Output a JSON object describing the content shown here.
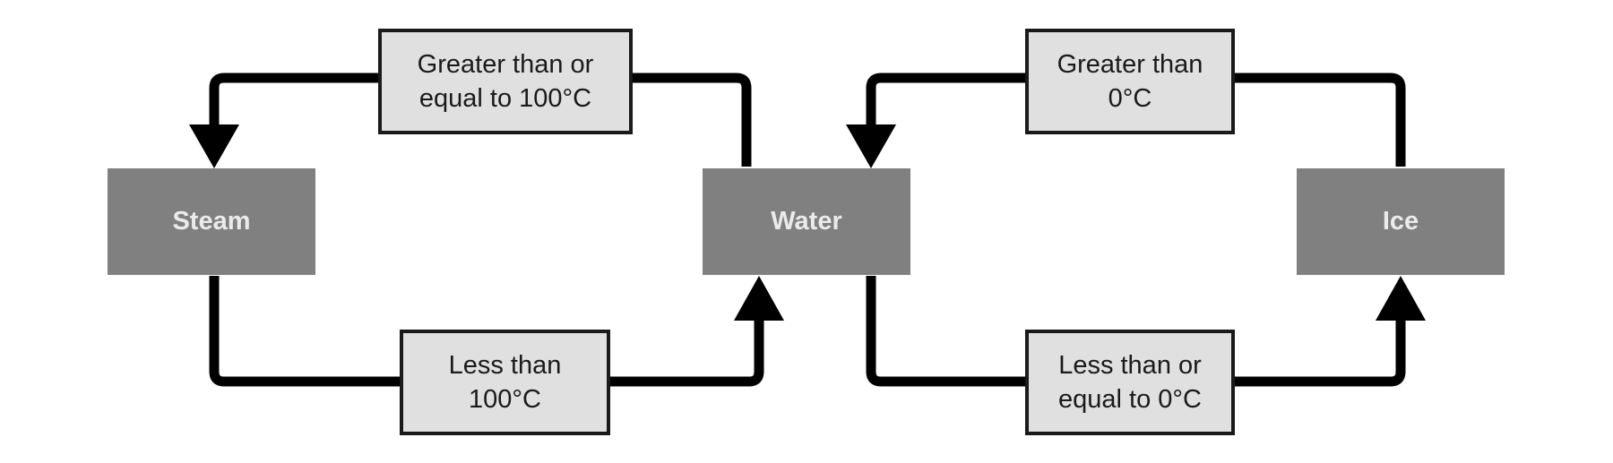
{
  "diagram": {
    "states": {
      "steam": "Steam",
      "water": "Water",
      "ice": "Ice"
    },
    "conditions": {
      "steam_from_water": "Greater than or\nequal to 100°C",
      "water_from_steam": "Less than\n100°C",
      "water_from_ice": "Greater than\n0°C",
      "ice_from_water": "Less than or\nequal to 0°C"
    }
  },
  "colors": {
    "state_box": "#808080",
    "state_text": "#ebebeb",
    "condition_box": "#e0e0e0",
    "line": "#000000"
  }
}
